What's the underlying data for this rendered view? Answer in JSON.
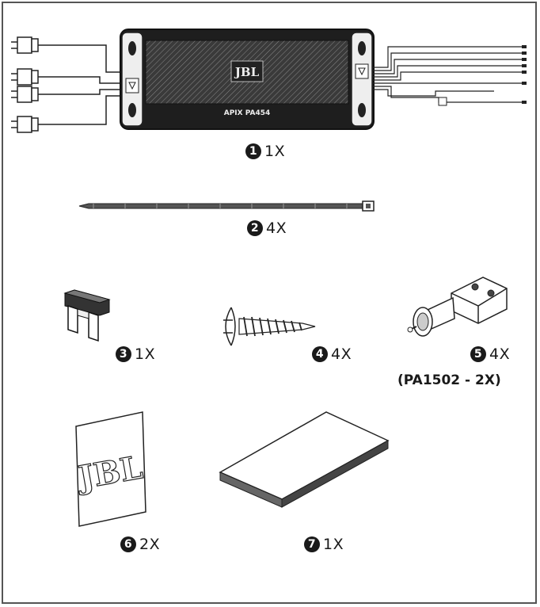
{
  "items": [
    {
      "number": "1",
      "qty": "1X",
      "brand_logo": "JBL",
      "model_label": "APIX PA454"
    },
    {
      "number": "2",
      "qty": "4X"
    },
    {
      "number": "3",
      "qty": "1X"
    },
    {
      "number": "4",
      "qty": "4X"
    },
    {
      "number": "5",
      "qty": "4X",
      "note": "(PA1502 - 2X)"
    },
    {
      "number": "6",
      "qty": "2X",
      "brand_logo": "JBL"
    },
    {
      "number": "7",
      "qty": "1X"
    }
  ]
}
